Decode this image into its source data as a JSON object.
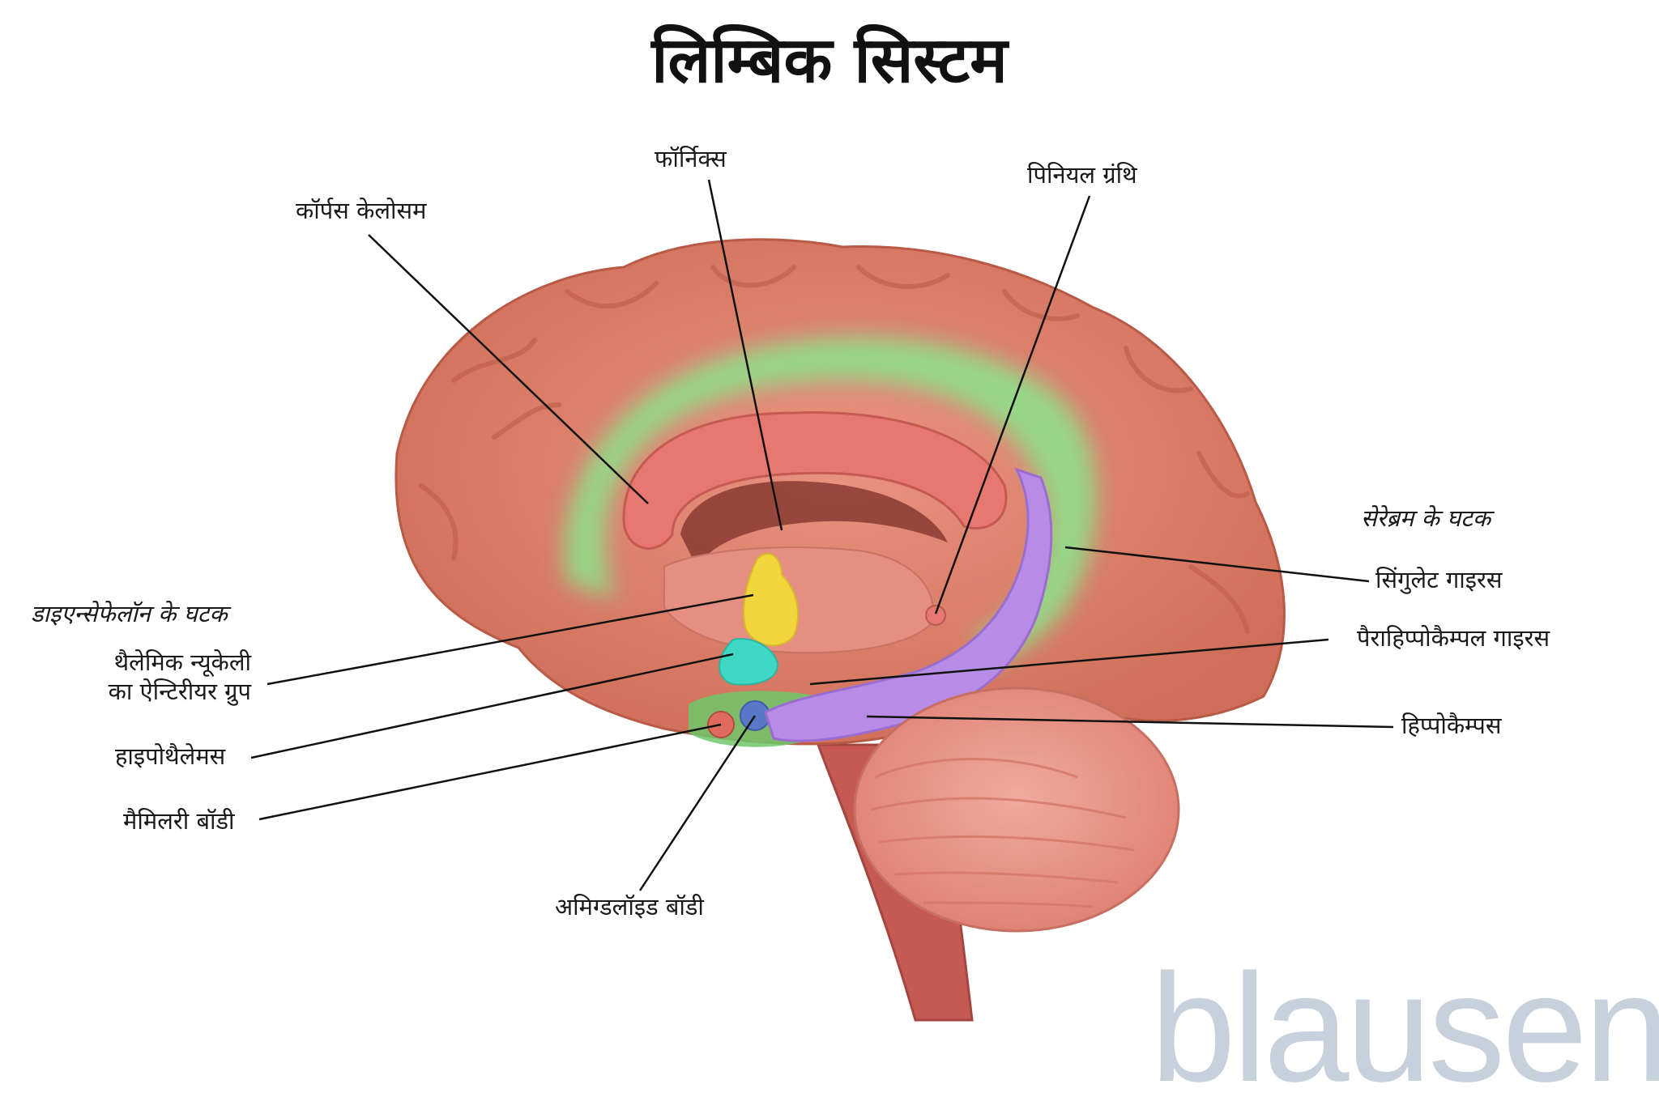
{
  "diagram": {
    "title": "लिम्बिक सिस्टम",
    "colors": {
      "cortex": "#e0826c",
      "cingulate": "#8fe08a",
      "corpus": "#e7776f",
      "thalamus": "#f2d43c",
      "hypothalamus": "#3fd8c4",
      "hippocampus": "#b78be6",
      "amygdala": "#5a78c8",
      "cerebellum": "#e9998c"
    },
    "labels": {
      "fornix": "फॉर्निक्स",
      "pineal": "पिनियल ग्रंथि",
      "corpus_callosum": "कॉर्पस केलोसम",
      "cerebrum_heading": "सेरेब्रम के घटक",
      "cingulate": "सिंगुलेट गाइरस",
      "parahippocampal": "पैराहिप्पोकैम्पल गाइरस",
      "hippocampus": "हिप्पोकैम्पस",
      "diencephalon_heading": "डाइएन्सेफेलॉन के घटक",
      "thalamic_line1": "थैलेमिक न्यूकेली",
      "thalamic_line2": "का ऐन्टिरीयर ग्रुप",
      "hypothalamus": "हाइपोथैलेमस",
      "mammillary": "मैमिलरी बॉडी",
      "amygdala": "अमिग्डलॉइड बॉडी"
    },
    "logo_text": "blausen"
  }
}
